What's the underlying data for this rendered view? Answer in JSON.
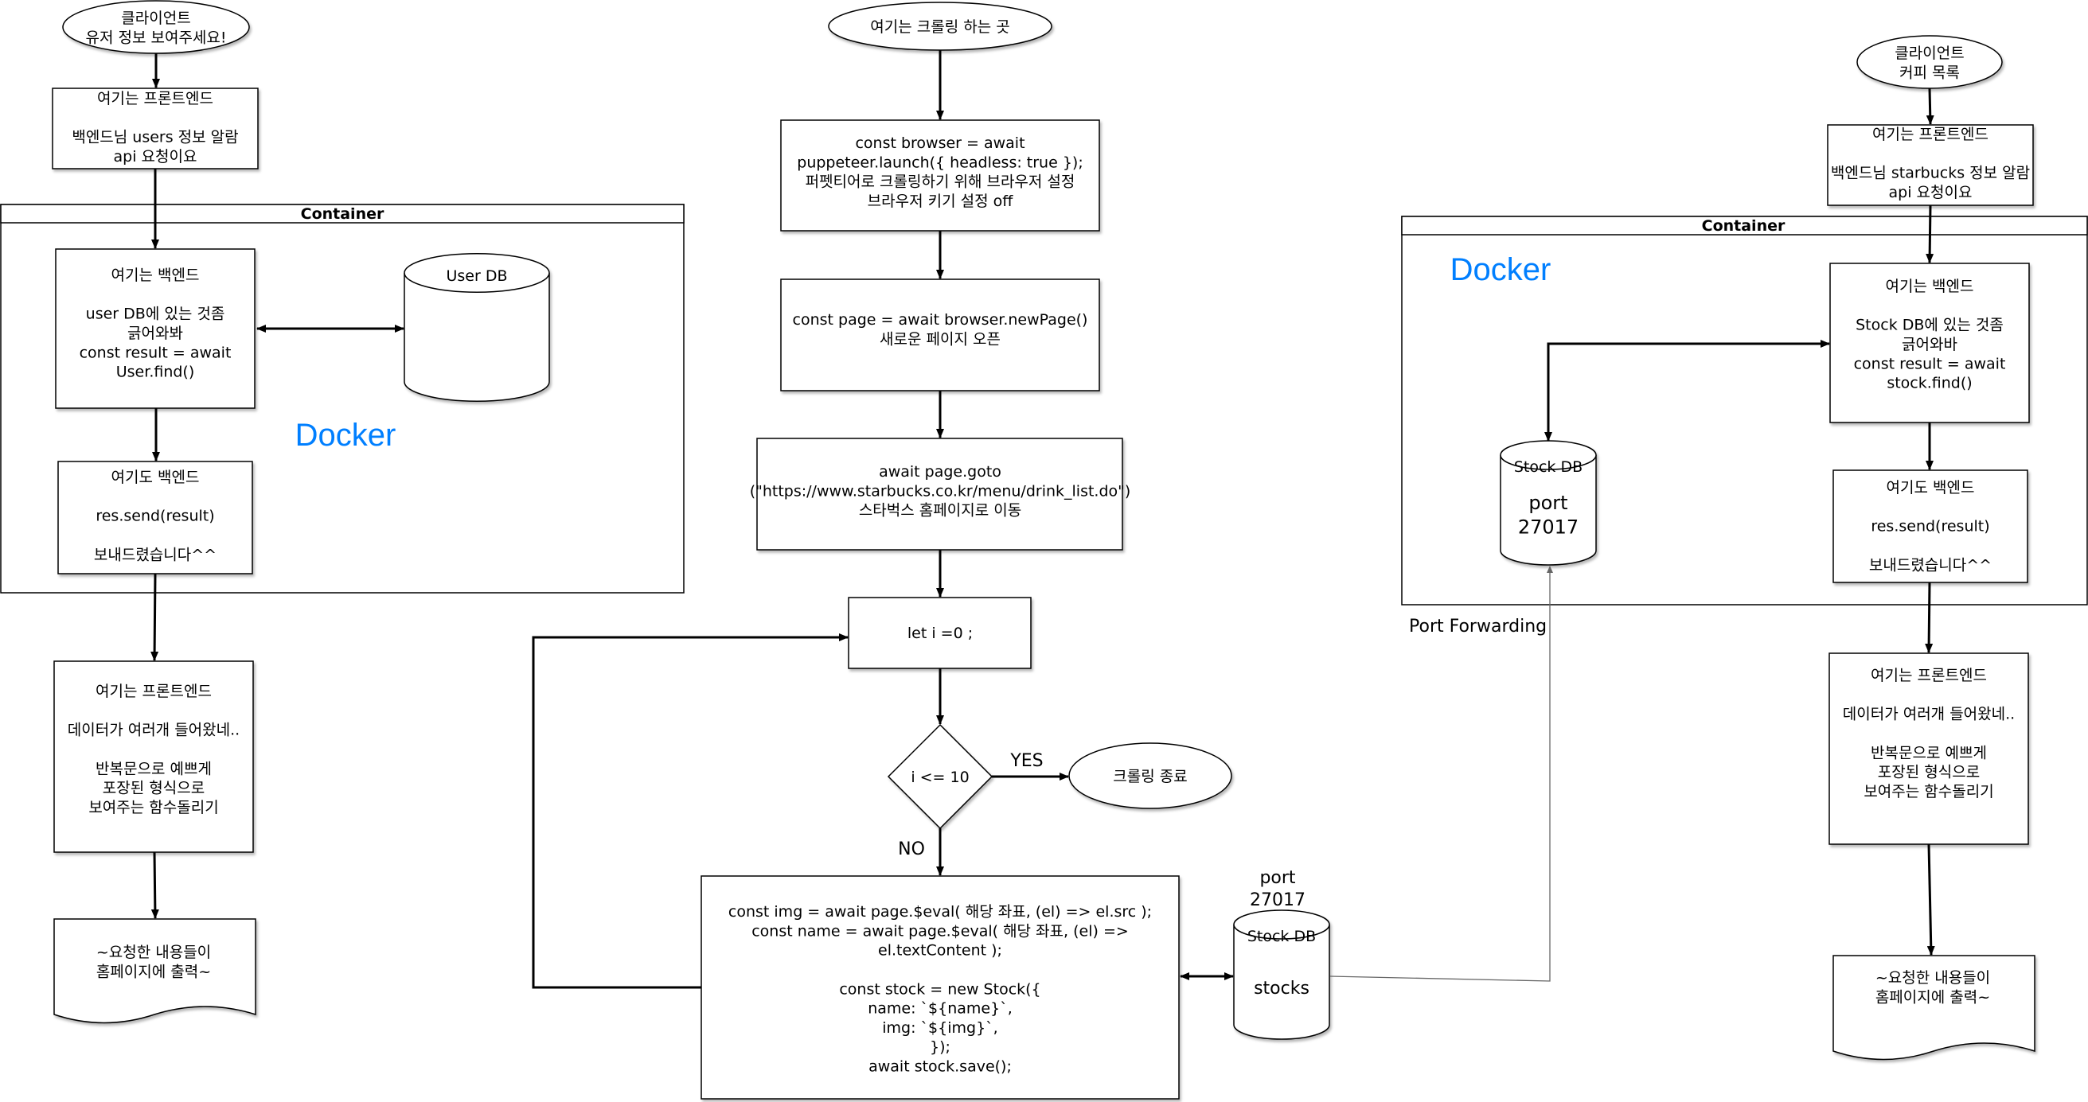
{
  "left": {
    "client": [
      "클라이언트",
      "유저 정보 보여주세요!"
    ],
    "frontend_request": [
      "여기는 프론트엔드",
      "",
      "백엔드님 users 정보 알람",
      "api 요청이요"
    ],
    "container_title": "Container",
    "backend": [
      "여기는 백엔드",
      "",
      "user DB에 있는 것좀",
      "긁어와봐",
      "const result = await",
      "User.find()"
    ],
    "db": "User DB",
    "docker": "Docker",
    "backend_send": [
      "여기도 백엔드",
      "",
      "res.send(result)",
      "",
      "보내드렸습니다^^"
    ],
    "frontend_render": [
      "여기는 프론트엔드",
      "",
      "데이터가 여러개 들어왔네..",
      "",
      "반복문으로 예쁘게",
      "포장된 형식으로",
      "보여주는 함수돌리기"
    ],
    "output": [
      "~요청한 내용들이",
      "홈페이지에 출력~"
    ]
  },
  "middle": {
    "start": "여기는 크롤링 하는 곳",
    "launch": [
      "const browser = await",
      "puppeteer.launch({ headless: true });",
      "퍼펫티어로 크롤링하기 위해 브라우저 설정",
      "브라우저 키기 설정 off"
    ],
    "newpage": [
      "const page = await browser.newPage()",
      "새로운 페이지 오픈"
    ],
    "goto": [
      "await page.goto",
      "(\"https://www.starbucks.co.kr/menu/drink_list.do\")",
      "스타벅스 홈페이지로 이동"
    ],
    "init": "let i =0 ;",
    "condition": "i <= 10",
    "yes": "YES",
    "no": "NO",
    "end": "크롤링 종료",
    "loop_body": [
      "const img = await page.$eval( 해당 좌표, (el) => el.src );",
      "const name = await page.$eval( 해당 좌표, (el) =>",
      "el.textContent );",
      "",
      "const stock = new Stock({",
      "name: `${name}`,",
      "img: `${img}`,",
      "});",
      "await stock.save();"
    ],
    "port_label": [
      "port",
      "27017"
    ],
    "db_title": "Stock DB",
    "db_body": "stocks"
  },
  "right": {
    "client": [
      "클라이언트",
      "커피 목록"
    ],
    "frontend_request": [
      "여기는 프론트엔드",
      "",
      "백엔드님 starbucks 정보 알람",
      "api 요청이요"
    ],
    "container_title": "Container",
    "docker": "Docker",
    "backend": [
      "여기는 백엔드",
      "",
      "Stock DB에 있는 것좀",
      "긁어와바",
      "const result = await",
      "stock.find()"
    ],
    "db_title": "Stock DB",
    "db_body": [
      "port",
      "27017"
    ],
    "backend_send": [
      "여기도 백엔드",
      "",
      "res.send(result)",
      "",
      "보내드렸습니다^^"
    ],
    "port_forwarding": "Port Forwarding",
    "frontend_render": [
      "여기는 프론트엔드",
      "",
      "데이터가 여러개 들어왔네..",
      "",
      "반복문으로 예쁘게",
      "포장된 형식으로",
      "보여주는 함수돌리기"
    ],
    "output": [
      "~요청한 내용들이",
      "홈페이지에 출력~"
    ]
  },
  "colors": {
    "docker": "#007FFF",
    "stroke": "#000000",
    "background": "#FFFFFF"
  }
}
